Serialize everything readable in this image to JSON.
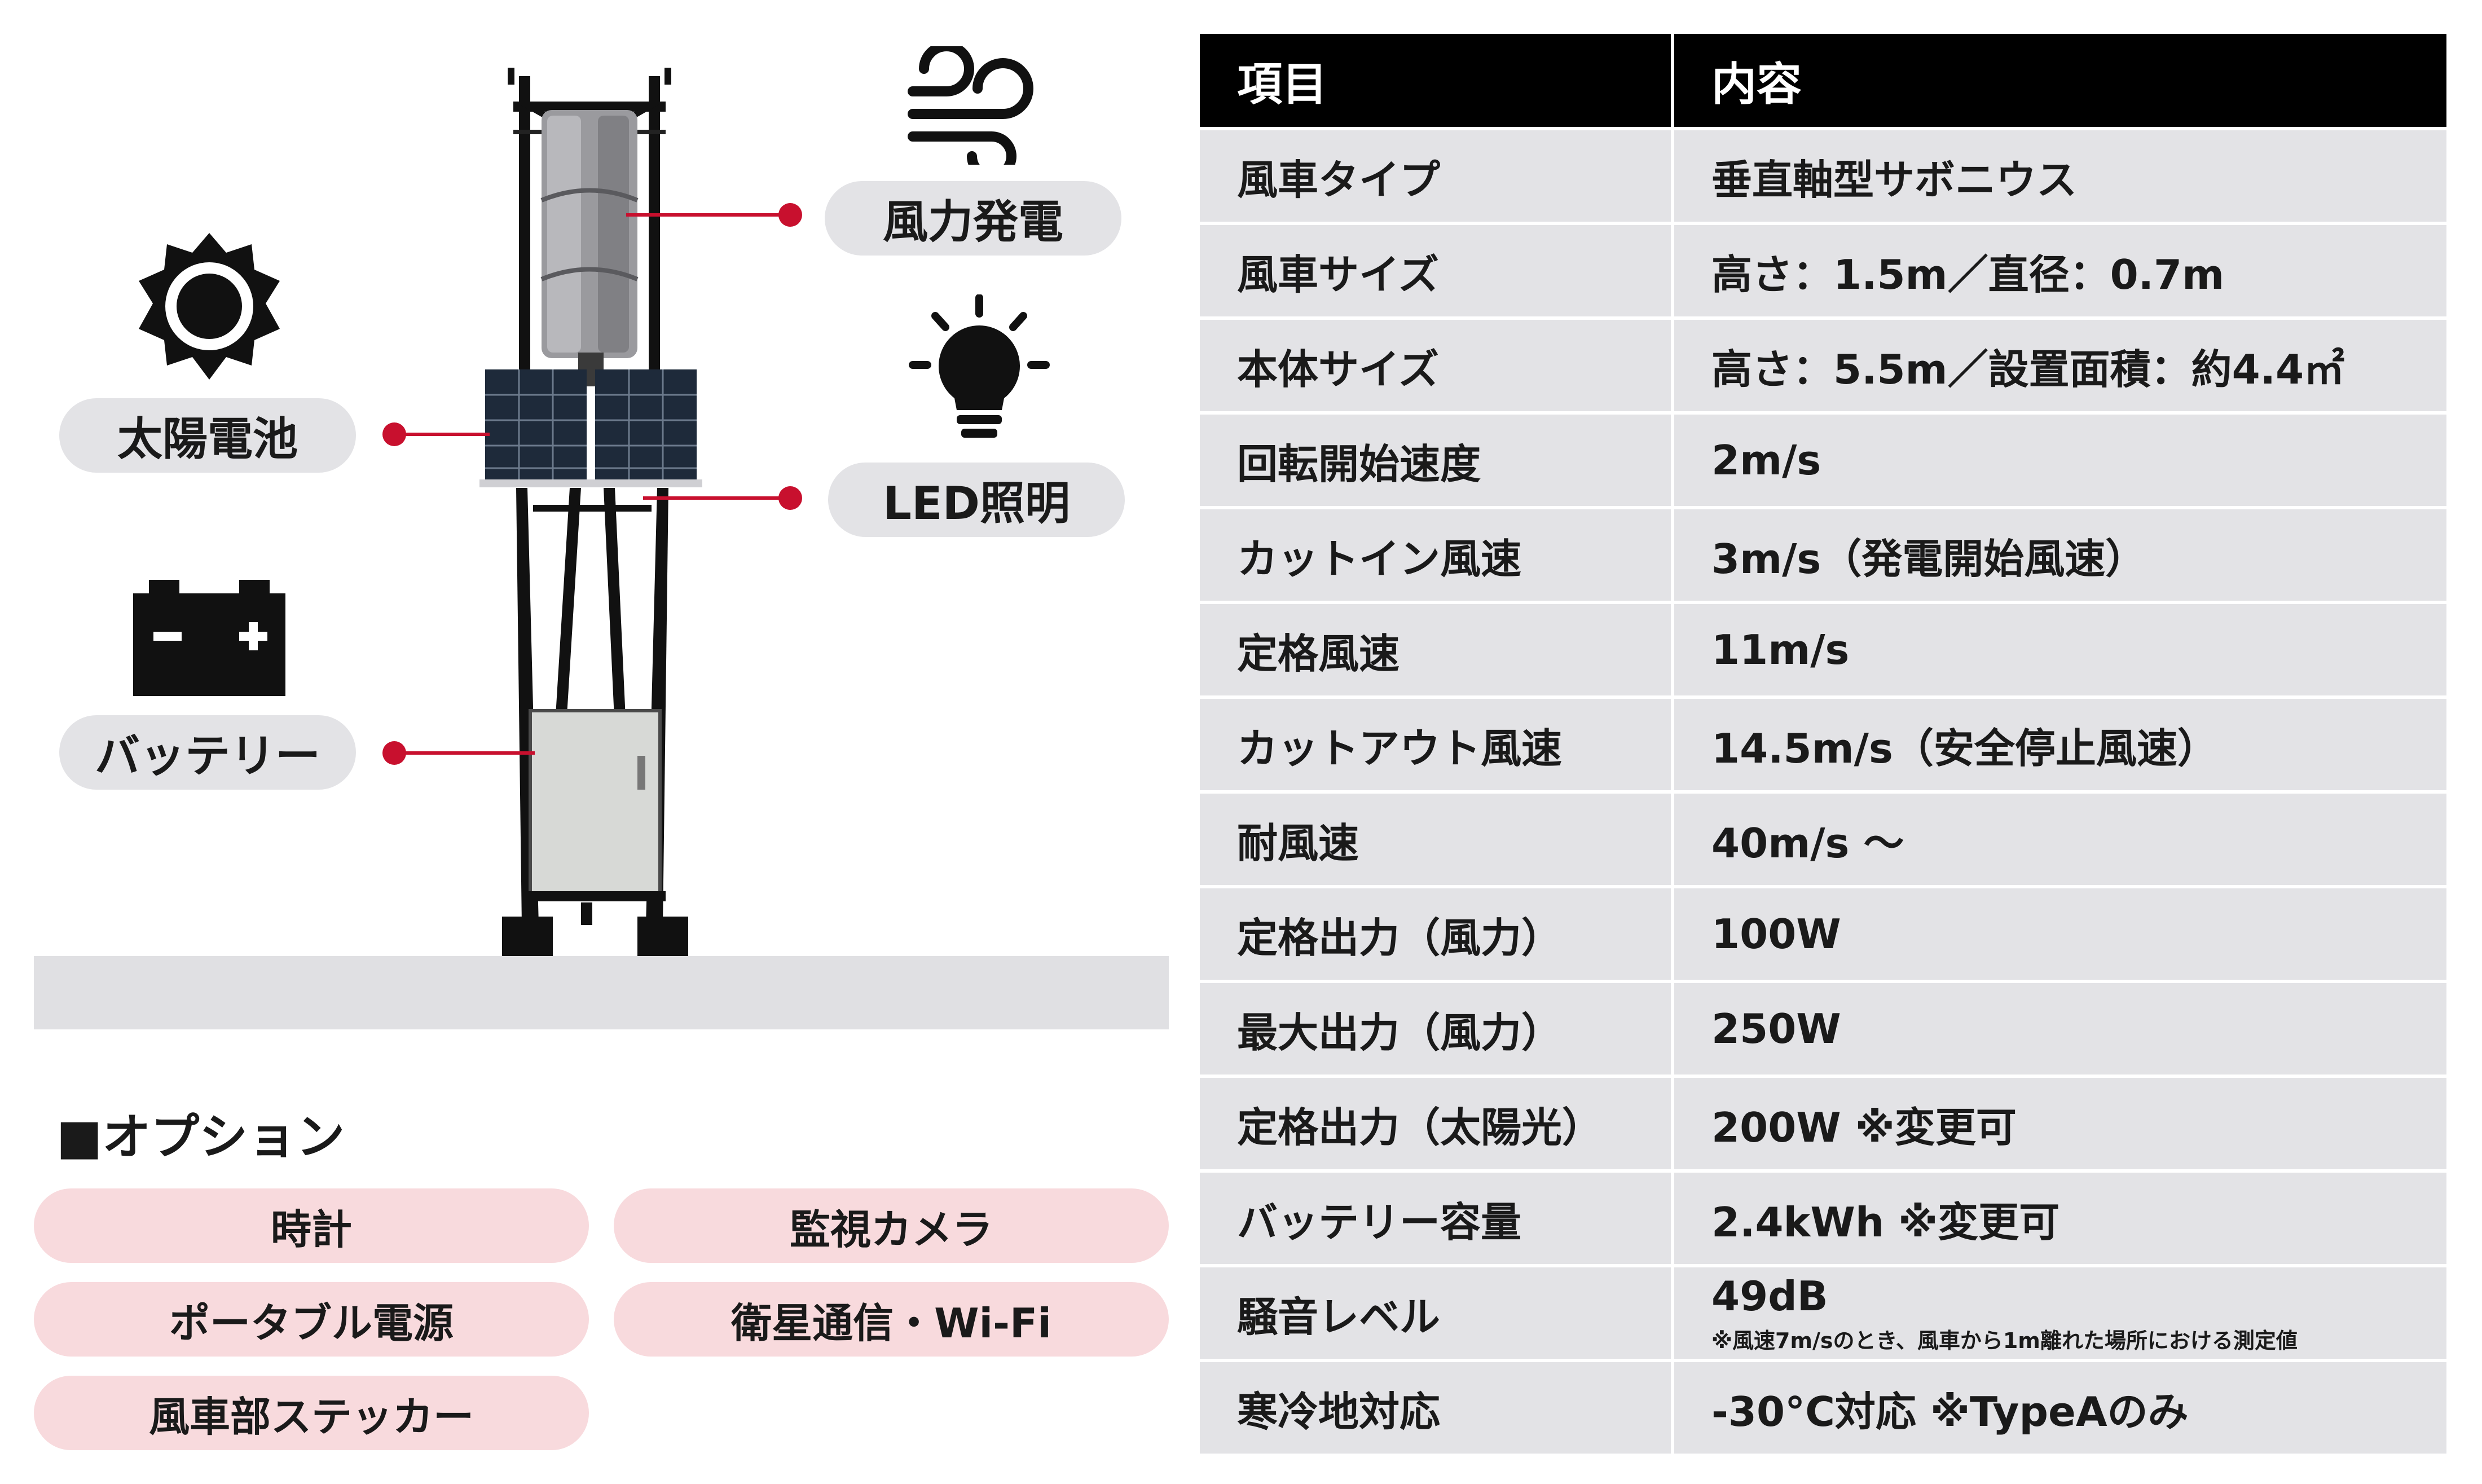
{
  "components": {
    "wind": "風力発電",
    "led": "LED照明",
    "solar": "太陽電池",
    "battery": "バッテリー"
  },
  "options": {
    "title": "■オプション",
    "items": [
      "時計",
      "監視カメラ",
      "ポータブル電源",
      "衛星通信・Wi-Fi",
      "風車部ステッカー"
    ]
  },
  "spec": {
    "headers": [
      "項目",
      "内容"
    ],
    "rows": [
      {
        "item": "風車タイプ",
        "value": "垂直軸型サボニウス"
      },
      {
        "item": "風車サイズ",
        "value": "高さ：1.5m／直径：0.7m"
      },
      {
        "item": "本体サイズ",
        "value": "高さ：5.5m／設置面積：約4.4㎡"
      },
      {
        "item": "回転開始速度",
        "value": "2m/s"
      },
      {
        "item": "カットイン風速",
        "value": "3m/s（発電開始風速）"
      },
      {
        "item": "定格風速",
        "value": "11m/s"
      },
      {
        "item": "カットアウト風速",
        "value": "14.5m/s（安全停止風速）"
      },
      {
        "item": "耐風速",
        "value": "40m/s ～"
      },
      {
        "item": "定格出力（風力）",
        "value": "100W"
      },
      {
        "item": "最大出力（風力）",
        "value": "250W"
      },
      {
        "item": "定格出力（太陽光）",
        "value": "200W ※変更可"
      },
      {
        "item": "バッテリー容量",
        "value": "2.4kWh ※変更可"
      },
      {
        "item": "騒音レベル",
        "value": "49dB",
        "note": "※風速7m/sのとき、風車から1m離れた場所における測定値"
      },
      {
        "item": "寒冷地対応",
        "value": "-30°C対応 ※TypeAのみ"
      }
    ]
  },
  "colors": {
    "accent": "#c8102e",
    "pill_gray": "#e3e3e6",
    "option_pink": "#f8dadd",
    "header_black": "#000000"
  },
  "icons": [
    "wind-icon",
    "bulb-icon",
    "sun-icon",
    "battery-icon"
  ]
}
